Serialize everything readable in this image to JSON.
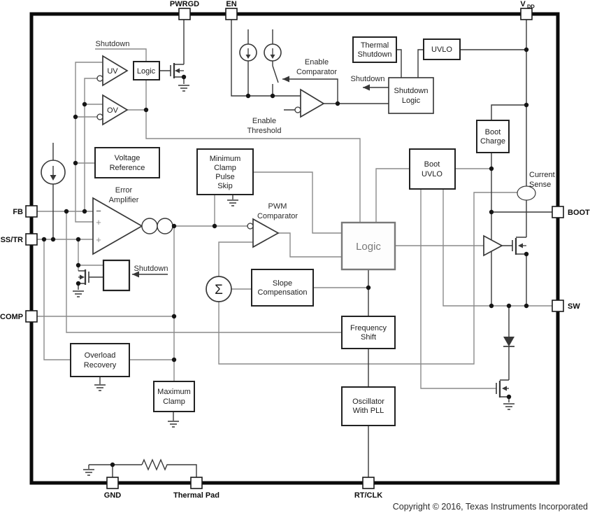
{
  "window": {
    "copyright": "Copyright © 2016, Texas Instruments Incorporated"
  },
  "pins": {
    "pwrgd": "PWRGD",
    "en": "EN",
    "vdd": "V",
    "vdd_sub": "DD",
    "fb": "FB",
    "ss_tr": "SS/TR",
    "comp": "COMP",
    "boot": "BOOT",
    "sw": "SW",
    "gnd": "GND",
    "thermal_pad": "Thermal Pad",
    "rt_clk": "RT/CLK"
  },
  "blocks": {
    "thermal_shutdown": [
      "Thermal",
      "Shutdown"
    ],
    "uvlo": [
      "UVLO"
    ],
    "shutdown_logic": [
      "Shutdown",
      "Logic"
    ],
    "uv_logic": [
      "Logic"
    ],
    "voltage_reference": [
      "Voltage",
      "Reference"
    ],
    "min_clamp": [
      "Minimum",
      "Clamp",
      "Pulse",
      "Skip"
    ],
    "boot_charge": [
      "Boot",
      "Charge"
    ],
    "boot_uvlo": [
      "Boot",
      "UVLO"
    ],
    "logic": [
      "Logic"
    ],
    "slope_comp": [
      "Slope",
      "Compensation"
    ],
    "freq_shift": [
      "Frequency",
      "Shift"
    ],
    "overload_recovery": [
      "Overload",
      "Recovery"
    ],
    "max_clamp": [
      "Maximum",
      "Clamp"
    ],
    "oscillator": [
      "Oscillator",
      "With PLL"
    ]
  },
  "labels": {
    "shutdown_top": "Shutdown",
    "shutdown_mid": "Shutdown",
    "shutdown_ea": "Shutdown",
    "enable_comparator": [
      "Enable",
      "Comparator"
    ],
    "enable_threshold": [
      "Enable",
      "Threshold"
    ],
    "error_amplifier": [
      "Error",
      "Amplifier"
    ],
    "pwm_comparator": [
      "PWM",
      "Comparator"
    ],
    "current_sense": [
      "Current",
      "Sense"
    ],
    "uv": "UV",
    "ov": "OV",
    "sigma": "Σ",
    "minus": "−",
    "plus_ref": "+",
    "plus_ss": "+"
  },
  "colors": {
    "wire_gray": "#8a8a8a",
    "wire_dark": "#383838",
    "logic_gray": "#787878",
    "border": "#0a0a0a"
  }
}
